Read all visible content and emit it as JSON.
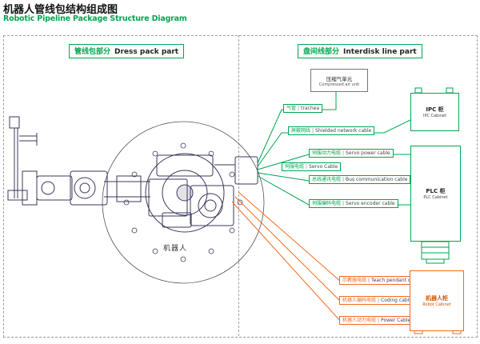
{
  "ui": {
    "sep": "|"
  },
  "title": {
    "zh": "机器人管线包结构组成图",
    "en": "Robotic Pipeline Package Structure Diagram"
  },
  "sections": {
    "dress": {
      "zh": "管线包部分",
      "en": "Dress pack part"
    },
    "interdisk": {
      "zh": "盘间线部分",
      "en": "Interdisk line part"
    }
  },
  "robot": {
    "label": "机器人"
  },
  "air_unit": {
    "zh": "压缩气单元",
    "en": "Compressed air unit"
  },
  "cables": {
    "trachea": {
      "zh": "气管",
      "en": "trachea"
    },
    "network": {
      "zh": "屏蔽网线",
      "en": "Shielded network cable"
    },
    "servo_power": {
      "zh": "伺服动力电缆",
      "en": "Servo power cable"
    },
    "servo_bundle": {
      "zh": "伺服电缆",
      "en": "Servo Cable"
    },
    "bus": {
      "zh": "总线通讯电缆",
      "en": "Bus communication cable"
    },
    "servo_encoder": {
      "zh": "伺服编码电缆",
      "en": "Servo encoder cable"
    },
    "teach": {
      "zh": "示教器电缆",
      "en": "Teach pendant cable"
    },
    "coding": {
      "zh": "机器人编码电缆",
      "en": "Coding cable"
    },
    "power": {
      "zh": "机器人动力电缆",
      "en": "Power Cable"
    }
  },
  "cabinets": {
    "ipc": {
      "zh": "IPC 柜",
      "en": "IPC Cabinet"
    },
    "plc": {
      "zh": "PLC 柜",
      "en": "PLC Cabinet"
    },
    "robot": {
      "zh": "机器人柜",
      "en": "Robot Cabinet"
    }
  },
  "colors": {
    "green": "#00a651",
    "orange": "#f26a1b",
    "robot_line": "#3a3a5e"
  }
}
